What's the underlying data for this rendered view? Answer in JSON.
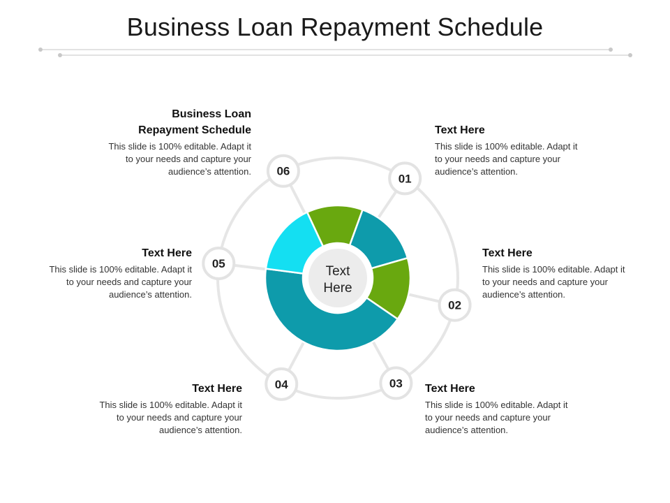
{
  "title": "Business Loan Repayment Schedule",
  "center_label": [
    "Text",
    "Here"
  ],
  "colors": {
    "teal": "#0e9bab",
    "green": "#69a80f",
    "cyan": "#14dff2",
    "ring": "#e6e6e6",
    "hub": "#ececec"
  },
  "segments": [
    {
      "id": "green-top",
      "value": 12.5,
      "color": "#69a80f"
    },
    {
      "id": "teal-upper-right",
      "value": 15,
      "color": "#0e9bab"
    },
    {
      "id": "green-lower-right",
      "value": 14,
      "color": "#69a80f"
    },
    {
      "id": "teal-bottom-large",
      "value": 42.5,
      "color": "#0e9bab"
    },
    {
      "id": "cyan-upper-left",
      "value": 16,
      "color": "#14dff2"
    }
  ],
  "steps": [
    {
      "number": "01",
      "heading": "Text Here",
      "lines": [
        "This slide is 100% editable. Adapt it",
        "to your needs and capture your",
        "audience’s attention."
      ]
    },
    {
      "number": "02",
      "heading": "Text Here",
      "lines": [
        "This slide is 100% editable. Adapt it",
        "to your needs and capture your",
        "audience’s attention."
      ]
    },
    {
      "number": "03",
      "heading": "Text Here",
      "lines": [
        "This slide is 100% editable. Adapt it",
        "to your needs and capture your",
        "audience’s attention."
      ]
    },
    {
      "number": "04",
      "heading": "Text Here",
      "lines": [
        "This slide is 100% editable. Adapt it",
        "to your needs and capture your",
        "audience’s attention."
      ]
    },
    {
      "number": "05",
      "heading": "Text Here",
      "lines": [
        "This slide is 100% editable. Adapt it",
        "to your needs and capture your",
        "audience’s attention."
      ]
    },
    {
      "number": "06",
      "heading_lines": [
        "Business Loan",
        "Repayment Schedule"
      ],
      "lines": [
        "This slide is 100% editable. Adapt it",
        "to your needs and capture your",
        "audience’s attention."
      ]
    }
  ]
}
